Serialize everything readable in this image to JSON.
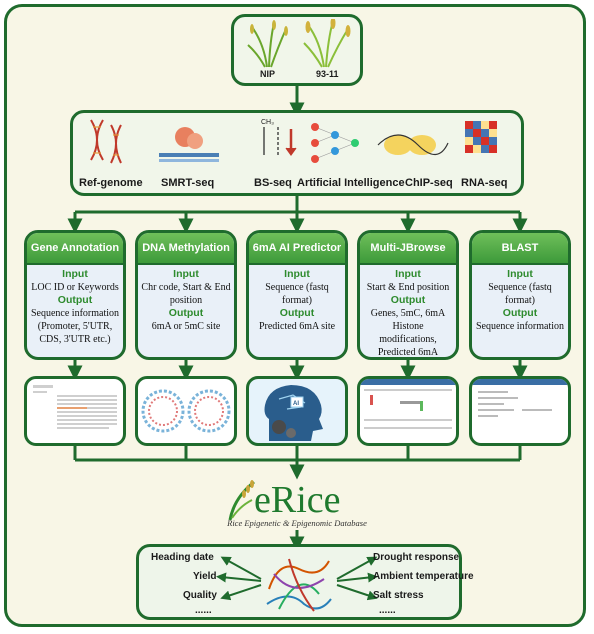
{
  "varieties": [
    "NIP",
    "93-11"
  ],
  "data_sources": [
    "Ref-genome",
    "SMRT-seq",
    "BS-seq",
    "Artificial Intelligence",
    "ChIP-seq",
    "RNA-seq"
  ],
  "modules": [
    {
      "title": "Gene Annotation",
      "input_label": "Input",
      "input": "LOC ID or Keywords",
      "output_label": "Output",
      "output": "Sequence information (Promoter, 5'UTR, CDS, 3'UTR etc.)"
    },
    {
      "title": "DNA Methylation",
      "input_label": "Input",
      "input": "Chr code, Start & End position",
      "output_label": "Output",
      "output": "6mA or 5mC site"
    },
    {
      "title": "6mA AI Predictor",
      "input_label": "Input",
      "input": "Sequence (fastq format)",
      "output_label": "Output",
      "output": "Predicted 6mA site"
    },
    {
      "title": "Multi-JBrowse",
      "input_label": "Input",
      "input": "Start & End position",
      "output_label": "Output",
      "output": "Genes, 5mC, 6mA Histone modifications, Predicted 6mA"
    },
    {
      "title": "BLAST",
      "input_label": "Input",
      "input": "Sequence (fastq format)",
      "output_label": "Output",
      "output": "Sequence information"
    }
  ],
  "ai_chip_text": "AI",
  "logo": {
    "name": "eRice",
    "subtitle": "Rice Epigenetic & Epigenomic Database"
  },
  "traits_left": [
    "Heading date",
    "Yield",
    "Quality",
    "......"
  ],
  "traits_right": [
    "Drought response",
    "Ambient temperature",
    "Salt stress",
    "......"
  ],
  "colors": {
    "frame": "#1f6b2d",
    "header": "#4aa742",
    "io_label": "#2e8b2e",
    "panel": "#e9f0f8",
    "background": "#f8f6e6"
  }
}
